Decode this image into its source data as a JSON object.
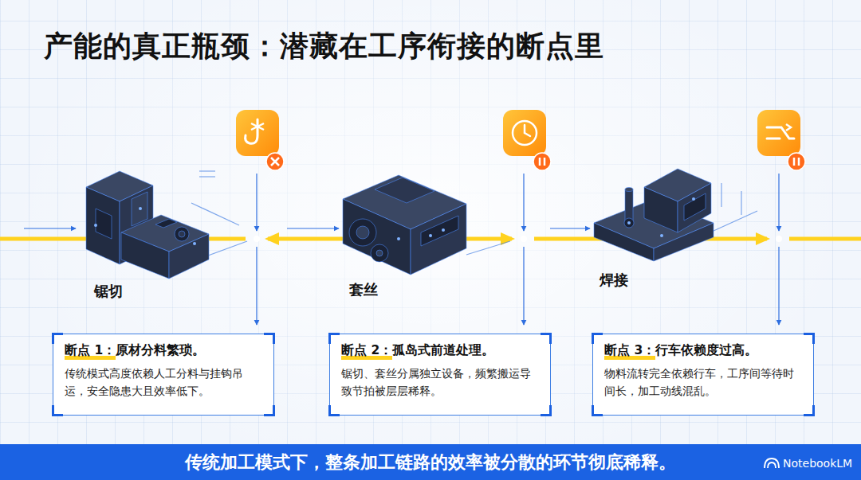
{
  "diagram": {
    "title": "产能的真正瓶颈：潜藏在工序衔接的断点里",
    "nodes": [
      {
        "text": [
          "断点 1：原材分料繁琐。",
          "传统模式高度依赖人工分料与挂钩吊运，安全隐患大且效率低下。"
        ]
      },
      {
        "text": [
          "断点 2：孤岛式前道处理。",
          "锯切、套丝分属独立设备，频繁搬运导致节拍被层层稀释。"
        ]
      },
      {
        "text": [
          "断点 3：行车依赖度过高。",
          "物料流转完全依赖行车，工序间等待时间长，加工动线混乱。"
        ]
      },
      {
        "text": [
          "传统加工模式下，整条加工链路的效率被分散的环节彻底稀释。"
        ]
      }
    ],
    "labels": [
      "锯切",
      "套丝",
      "焊接",
      "NotebookLM"
    ]
  }
}
